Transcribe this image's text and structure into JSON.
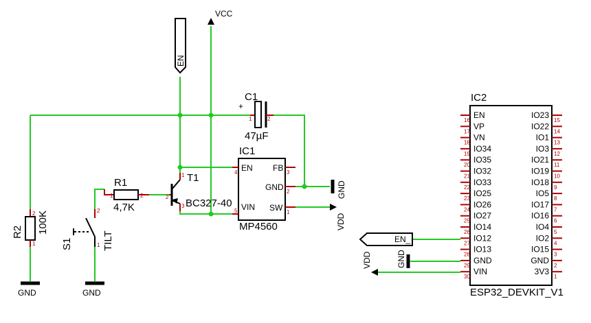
{
  "power": {
    "vcc": "VCC",
    "gnd": "GND",
    "vdd": "VDD"
  },
  "nets": {
    "en": "EN",
    "en_flag": "EN_"
  },
  "parts": {
    "r1": {
      "name": "R1",
      "value": "4,7K",
      "pins": [
        "1",
        "2"
      ]
    },
    "r2": {
      "name": "R2",
      "value": "100K",
      "pins": [
        "2",
        "1"
      ]
    },
    "c1": {
      "name": "C1",
      "value": "47µF",
      "pins": [
        "1",
        "2"
      ],
      "polarity": "+"
    },
    "t1": {
      "name": "T1",
      "value": "BC327-40",
      "pins": [
        "1",
        "2",
        "3"
      ]
    },
    "s1": {
      "name": "S1",
      "value": "TILT",
      "pins": [
        "2",
        "1"
      ]
    },
    "ic1": {
      "name": "IC1",
      "value": "MP4560",
      "left_pins": [
        {
          "name": "EN",
          "num": "4"
        },
        {
          "name": "VIN",
          "num": "5"
        }
      ],
      "right_pins": [
        {
          "name": "FB",
          "num": "3"
        },
        {
          "name": "GND",
          "num": "2"
        },
        {
          "name": "SW",
          "num": "1"
        }
      ]
    },
    "ic2": {
      "name": "IC2",
      "value": "ESP32_DEVKIT_V1",
      "left_pins": [
        {
          "name": "EN",
          "num": "16"
        },
        {
          "name": "VP",
          "num": "17"
        },
        {
          "name": "VN",
          "num": "18"
        },
        {
          "name": "IO34",
          "num": "19"
        },
        {
          "name": "IO35",
          "num": "20"
        },
        {
          "name": "IO32",
          "num": "21"
        },
        {
          "name": "IO33",
          "num": "22"
        },
        {
          "name": "IO25",
          "num": "23"
        },
        {
          "name": "IO26",
          "num": "24"
        },
        {
          "name": "IO27",
          "num": "25"
        },
        {
          "name": "IO14",
          "num": "26"
        },
        {
          "name": "IO12",
          "num": "27"
        },
        {
          "name": "IO13",
          "num": "28"
        },
        {
          "name": "GND",
          "num": "29"
        },
        {
          "name": "VIN",
          "num": "30"
        }
      ],
      "right_pins": [
        {
          "name": "IO23",
          "num": "15"
        },
        {
          "name": "IO22",
          "num": "14"
        },
        {
          "name": "IO1",
          "num": "13"
        },
        {
          "name": "IO3",
          "num": "12"
        },
        {
          "name": "IO21",
          "num": "11"
        },
        {
          "name": "IO19",
          "num": "10"
        },
        {
          "name": "IO18",
          "num": "9"
        },
        {
          "name": "IO5",
          "num": "8"
        },
        {
          "name": "IO17",
          "num": "7"
        },
        {
          "name": "IO16",
          "num": "6"
        },
        {
          "name": "IO4",
          "num": "5"
        },
        {
          "name": "IO2",
          "num": "4"
        },
        {
          "name": "IO15",
          "num": "3"
        },
        {
          "name": "GND",
          "num": "2"
        },
        {
          "name": "3V3",
          "num": "1"
        }
      ]
    }
  },
  "colors": {
    "wire": "#22c922",
    "pin": "#b00000",
    "outline": "#000000"
  }
}
